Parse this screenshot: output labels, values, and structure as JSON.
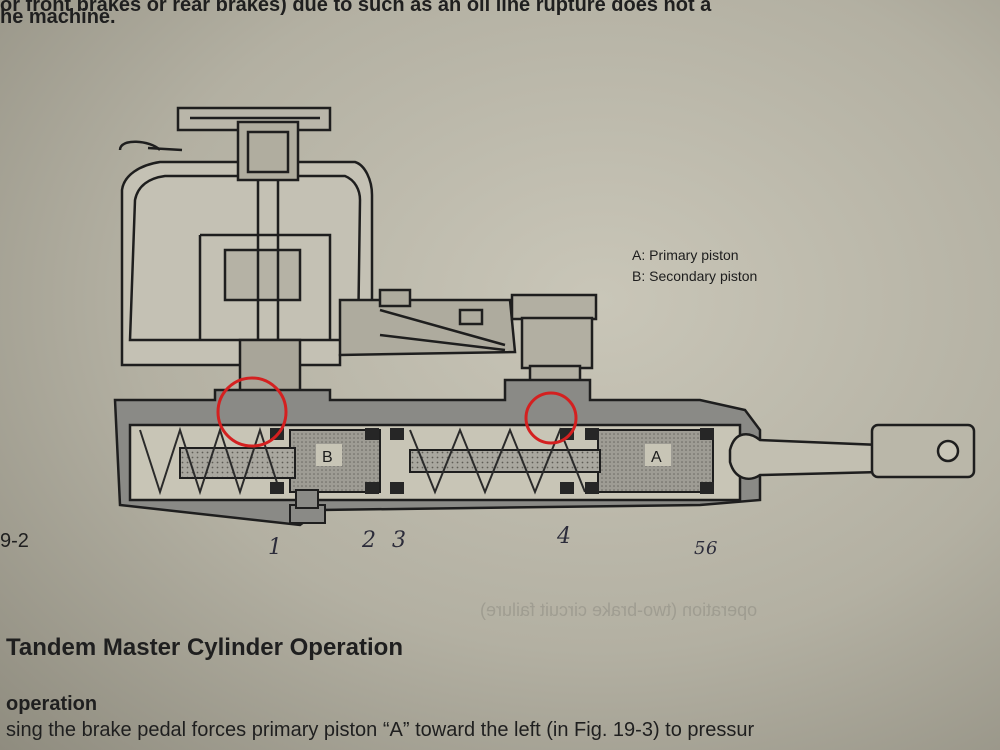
{
  "text": {
    "top_line": "or front brakes or rear brakes) due to such as an oil line rupture does not a",
    "top_line2": "he machine.",
    "fig_num": "9-2",
    "heading": "Tandem Master Cylinder Operation",
    "subhead": "operation",
    "body_line": "sing the brake pedal forces primary piston “A” toward the left (in Fig. 19-3) to pressur"
  },
  "legend": {
    "a": "A:  Primary piston",
    "b": "B:  Secondary piston"
  },
  "piston_labels": {
    "a": "A",
    "b": "B"
  },
  "annotations": [
    "1",
    "2",
    "3",
    "4",
    "5",
    "6"
  ],
  "colors": {
    "highlight_circle": "#d42020",
    "ink": "#1e1e1e",
    "body_fill": "#8a8a86"
  }
}
